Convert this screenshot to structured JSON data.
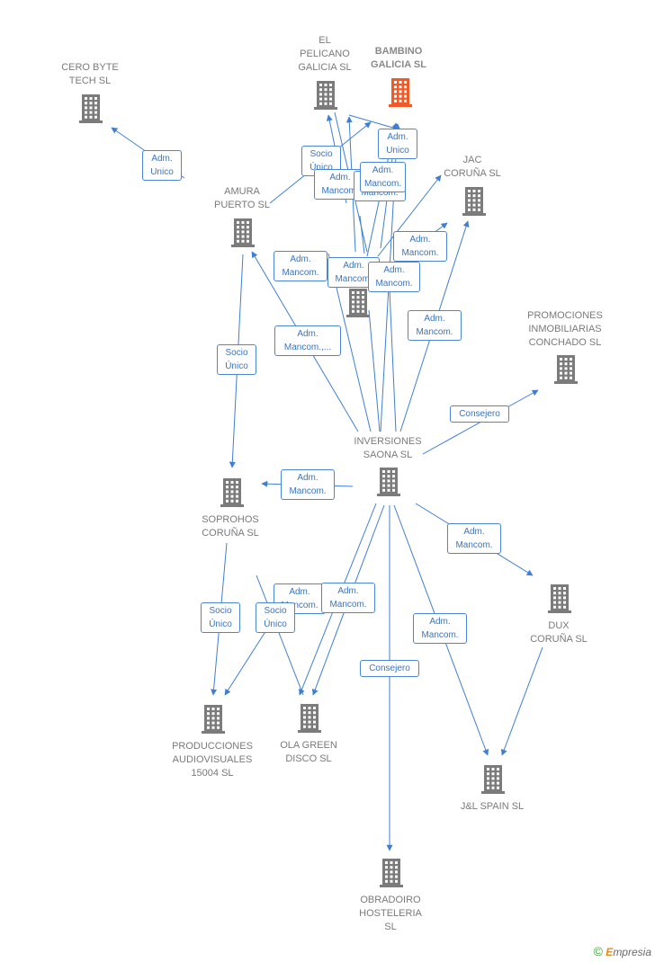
{
  "colors": {
    "edge": "#3f7fd2",
    "node": "#7b7b7b",
    "highlight": "#f05a28"
  },
  "nodes": {
    "bambino": {
      "label": "BAMBINO\nGALICIA  SL",
      "highlight": true
    },
    "pelicano": {
      "label": "EL\nPELICANO\nGALICIA  SL"
    },
    "cerobyte": {
      "label": "CERO BYTE\nTECH  SL"
    },
    "amura": {
      "label": "AMURA\nPUERTO  SL"
    },
    "jac": {
      "label": "JAC\nCORUÑA SL"
    },
    "promociones": {
      "label": "PROMOCIONES\nINMOBILIARIAS\nCONCHADO SL"
    },
    "hidden": {
      "label": ""
    },
    "inversiones": {
      "label": "INVERSIONES\nSAONA SL"
    },
    "soprohos": {
      "label": "SOPROHOS\nCORUÑA  SL"
    },
    "dux": {
      "label": "DUX\nCORUÑA SL"
    },
    "producciones": {
      "label": "PRODUCCIONES\nAUDIOVISUALES\n15004 SL"
    },
    "olagreen": {
      "label": "OLA GREEN\nDISCO SL"
    },
    "jlspain": {
      "label": "J&L SPAIN  SL"
    },
    "obradoiro": {
      "label": "OBRADOIRO\nHOSTELERIA\nSL"
    }
  },
  "edge_labels": [
    "Adm.\nUnico",
    "Socio\nÚnico",
    "Adm.\nMancom.",
    "Adm.\nUnico",
    "Adm.\nMancom.",
    "Adm.\nMancom.",
    "Adm.\nMancom.",
    "Adm.\nMancom.",
    "Adm.\nMancom.",
    "Adm.\nMancom.,...",
    "Adm.\nMancom.",
    "Socio\nÚnico",
    "Consejero",
    "Adm.\nMancom.",
    "Adm.\nMancom.",
    "Adm.\nMancom.",
    "Adm.\nMancom.",
    "Socio\nÚnico",
    "Socio\nÚnico",
    "Adm.\nMancom.",
    "Consejero",
    "Adm.\nMancom."
  ],
  "brand": {
    "copyright": "©",
    "name_first": "E",
    "name_rest": "mpresia"
  }
}
